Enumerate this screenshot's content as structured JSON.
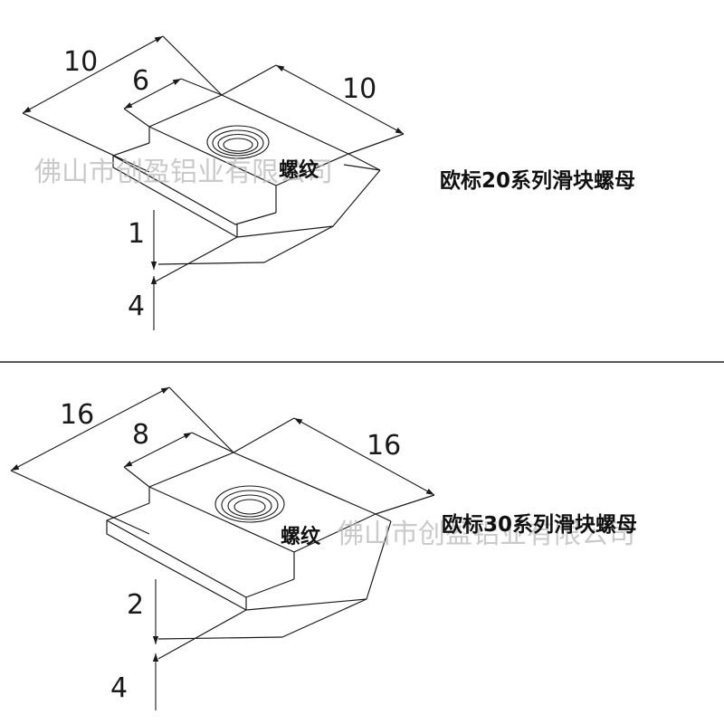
{
  "top": {
    "title": "欧标20系列滑块螺母",
    "thread_label": "螺纹",
    "dims": {
      "length": "10",
      "top_width": "6",
      "depth": "10",
      "step_height": "1",
      "base_height": "4"
    },
    "watermark": "佛山市创盈铝业有限公司"
  },
  "bottom": {
    "title": "欧标30系列滑块螺母",
    "thread_label": "螺纹",
    "dims": {
      "length": "16",
      "top_width": "8",
      "depth": "16",
      "step_height": "2",
      "base_height": "4"
    },
    "watermark": "佛山市创盈铝业有限公司"
  },
  "colors": {
    "line": "#1a1a1a",
    "divider": "#555555",
    "watermark": "#b9b9b9"
  }
}
